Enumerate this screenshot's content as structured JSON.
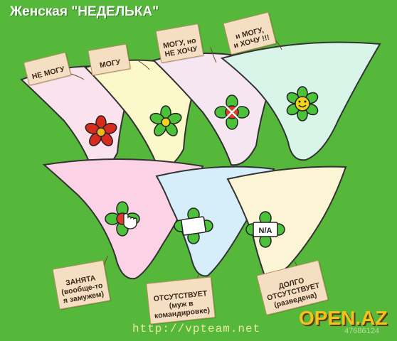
{
  "title": "Женская \"НЕДЕЛЬКА\"",
  "tags": {
    "cant": "НЕ МОГУ",
    "can": "МОГУ",
    "can_dont_want": "МОГУ, но\nНЕ ХОЧУ",
    "can_want": "и МОГУ,\nи ХОЧУ !!!",
    "busy": "ЗАНЯТА\n(вообще-то\nя замужем)",
    "absent": "ОТСУТСТВУЕТ\n(муж в\nкомандировке)",
    "long_absent": "ДОЛГО\nОТСУТСТВУЕТ\n(разведена)"
  },
  "na_sign": "N/A",
  "url": "http://vpteam.net",
  "brand": "OPEN.AZ",
  "photo_id": "47686124",
  "colors": {
    "background": "#55b83a",
    "tag": "#f5dfc2",
    "pink": "#fbe3ee",
    "yellow": "#fbf8c9",
    "lavender": "#f6e6f2",
    "mint": "#d9f5ea",
    "pink2": "#fcd3e6",
    "blue": "#d5eefa",
    "cream": "#fbf5d6"
  }
}
